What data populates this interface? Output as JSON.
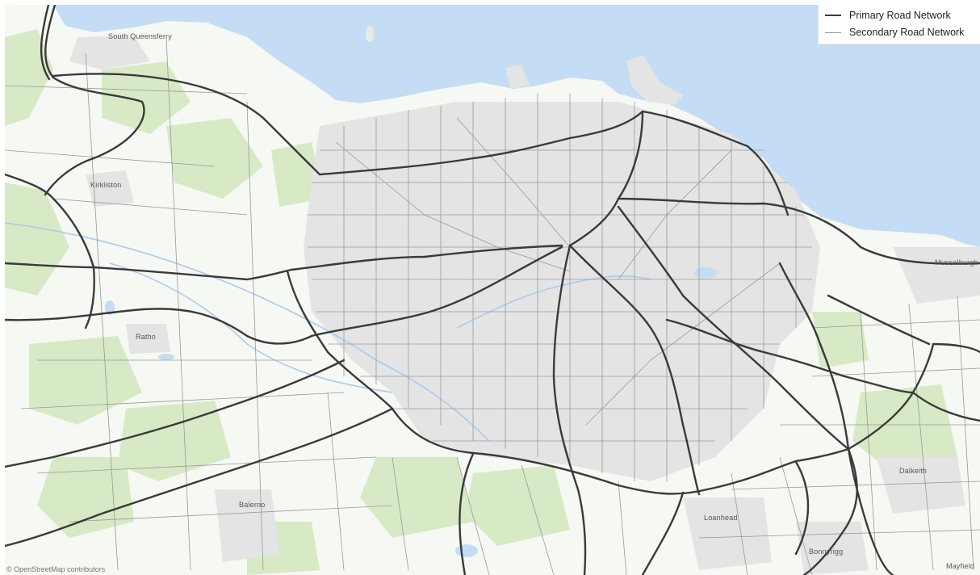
{
  "map": {
    "colors": {
      "sea": "#c5dcf5",
      "land": "#f6f8f3",
      "green": "#d8e9c6",
      "urban": "#e4e4e4",
      "primary_road": "#3a3a3a",
      "secondary_road": "#9a9a9a"
    },
    "legend": {
      "primary_label": "Primary Road Network",
      "secondary_label": "Secondary Road Network"
    },
    "places": {
      "south_queensferry": "South Queensferry",
      "kirkliston": "Kirkliston",
      "ratho": "Ratho",
      "balerno": "Balerno",
      "musselburgh": "Musselburgh",
      "dalkeith": "Dalkeith",
      "loanhead": "Loanhead",
      "bonnyrigg": "Bonnyrigg",
      "mayfield": "Mayfield"
    },
    "attribution": "© OpenStreetMap contributors"
  }
}
